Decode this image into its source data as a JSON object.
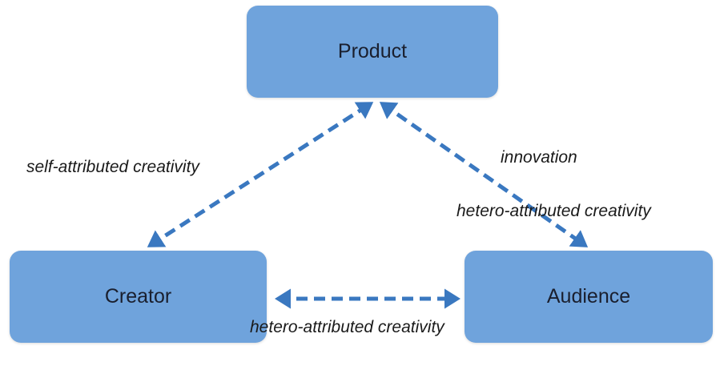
{
  "nodes": {
    "product": "Product",
    "creator": "Creator",
    "audience": "Audience"
  },
  "edges": {
    "creator_product": "self-attributed creativity",
    "product_audience_1": "innovation",
    "product_audience_2": "hetero-attributed creativity",
    "creator_audience": "hetero-attributed creativity"
  },
  "colors": {
    "box": "#6fa3dc",
    "arrow": "#3a78c0"
  }
}
